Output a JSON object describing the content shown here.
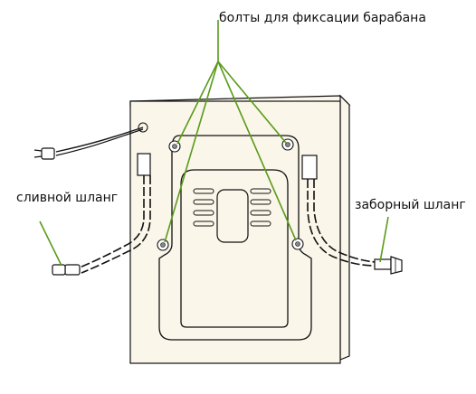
{
  "labels": {
    "drum_bolts": "болты для фиксации барабана",
    "drain_hose": "сливной шланг",
    "inlet_hose": "заборный шланг"
  },
  "colors": {
    "body_fill": "#fbf6ea",
    "outline": "#111111",
    "leader": "#5a9a1a",
    "background": "#ffffff"
  },
  "icons": [
    "power-plug-icon",
    "bolt-icon",
    "hose-connector-icon"
  ]
}
